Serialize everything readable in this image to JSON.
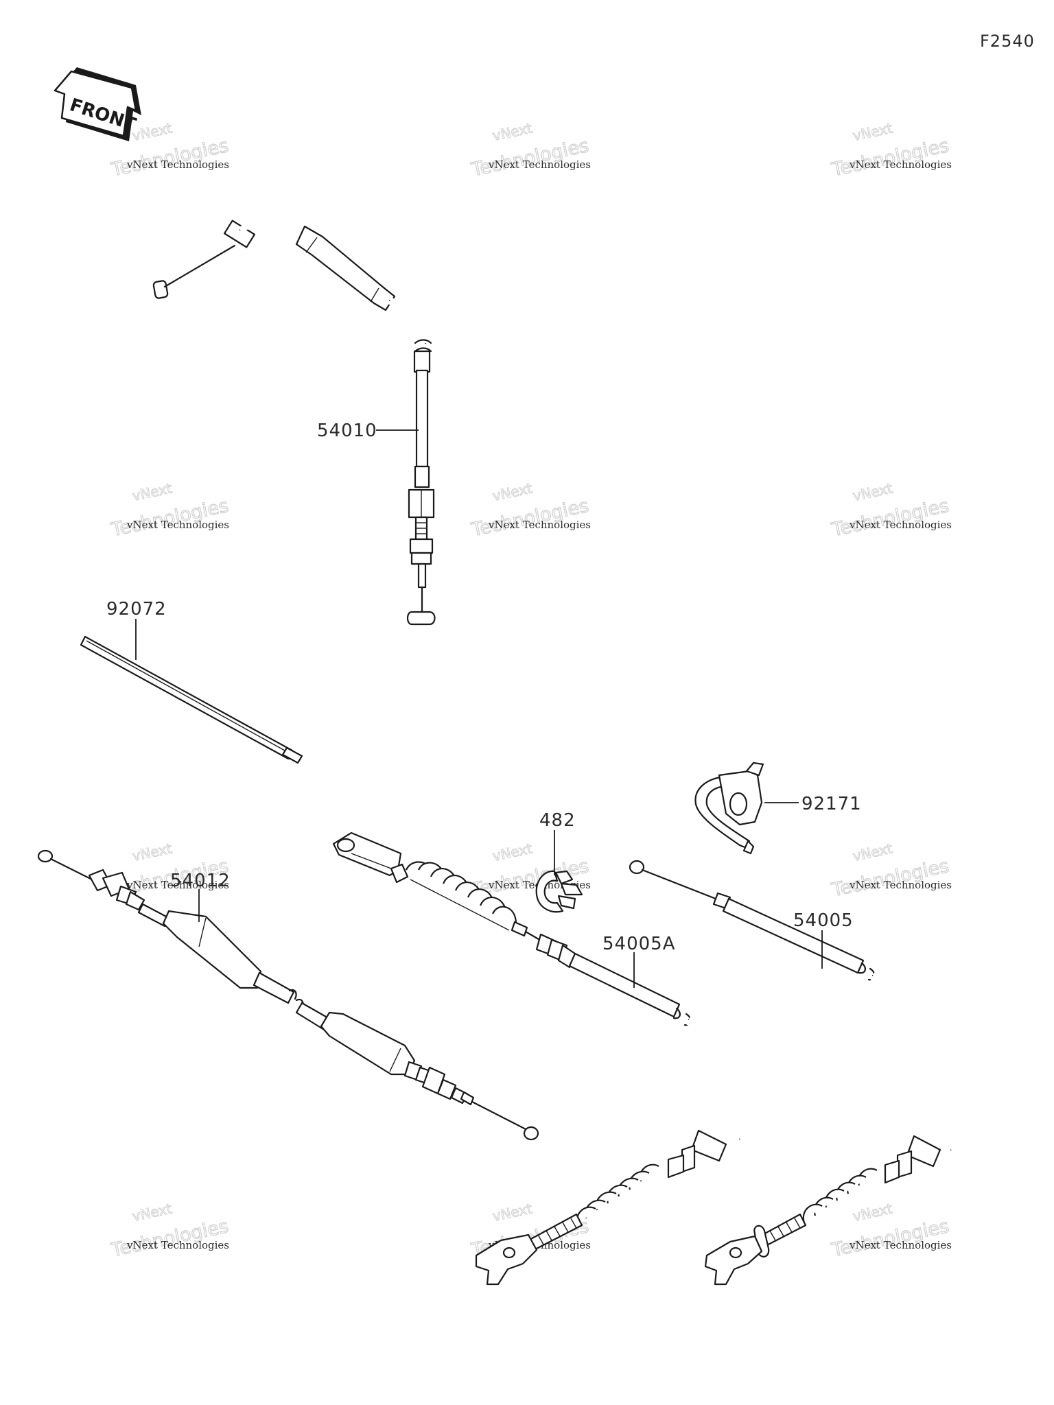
{
  "figure_code": "F2540",
  "front_label": "FRONT",
  "watermark": {
    "line1": "vNext Technologies",
    "line2": "Technologies",
    "line3": "vNext"
  },
  "parts": [
    {
      "id": "p54010",
      "number": "54010"
    },
    {
      "id": "p92072",
      "number": "92072"
    },
    {
      "id": "p482",
      "number": "482"
    },
    {
      "id": "p92171",
      "number": "92171"
    },
    {
      "id": "p54012",
      "number": "54012"
    },
    {
      "id": "p54005A",
      "number": "54005A"
    },
    {
      "id": "p54005",
      "number": "54005"
    }
  ]
}
